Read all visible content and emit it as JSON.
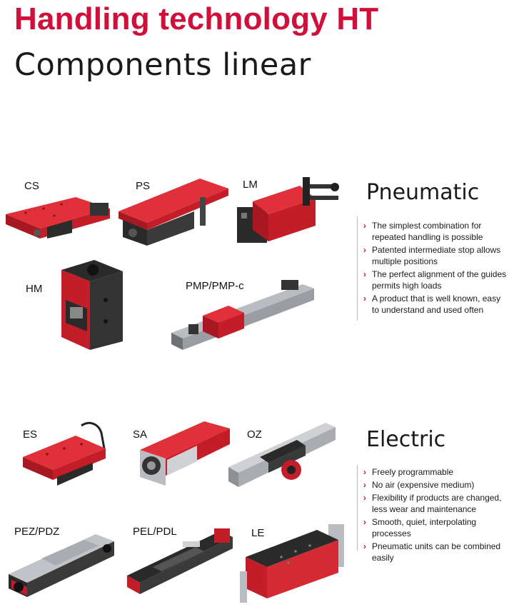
{
  "header": {
    "title": "Handling technology HT",
    "subtitle": "Components linear"
  },
  "colors": {
    "brand_red": "#d0103a",
    "product_red": "#cc1f2b",
    "product_dark": "#2a2a2a",
    "aluminium": "#b9bcc0"
  },
  "bullet_icon": "chevron-right-icon",
  "pneumatic": {
    "heading": "Pneumatic",
    "bullets": [
      {
        "line1": "The simplest combination for",
        "line2": "repeated handling is possible"
      },
      {
        "line1": "Patented intermediate stop allows",
        "line2": "multiple positions"
      },
      {
        "line1": "The perfect alignment of the guides",
        "line2": "permits high loads"
      },
      {
        "line1": "A product that is well known, easy",
        "line2": "to understand and used often"
      }
    ],
    "products": [
      "CS",
      "PS",
      "LM",
      "HM",
      "PMP/PMP-c"
    ]
  },
  "electric": {
    "heading": "Electric",
    "bullets": [
      {
        "line1": "Freely programmable",
        "line2": ""
      },
      {
        "line1": "No air (expensive medium)",
        "line2": ""
      },
      {
        "line1": "Flexibility if products are changed,",
        "line2": "less wear and maintenance"
      },
      {
        "line1": "Smooth, quiet, interpolating processes",
        "line2": ""
      },
      {
        "line1": "Pneumatic units can be combined",
        "line2": "easily"
      }
    ],
    "products": [
      "ES",
      "SA",
      "OZ",
      "PEZ/PDZ",
      "PEL/PDL",
      "LE"
    ]
  }
}
